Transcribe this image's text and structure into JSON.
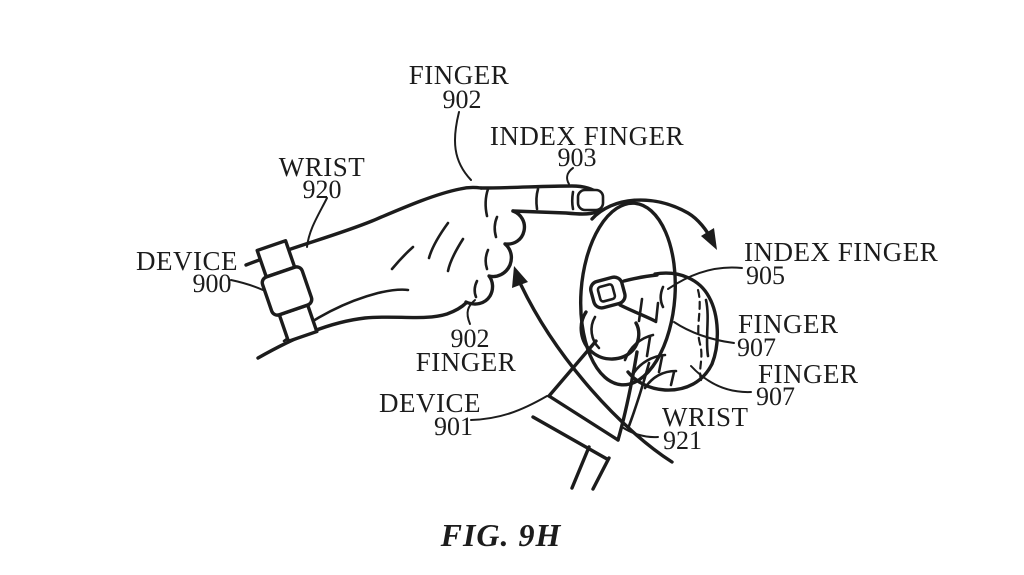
{
  "figure": {
    "caption": "FIG. 9H",
    "colors": {
      "ink": "#1c1c1c",
      "background": "#ffffff"
    },
    "labels": {
      "finger_top": {
        "text": "FINGER",
        "ref": "902"
      },
      "index_finger_left": {
        "text": "INDEX FINGER",
        "ref": "903"
      },
      "wrist_left": {
        "text": "WRIST",
        "ref": "920"
      },
      "device_left": {
        "text": "DEVICE",
        "ref": "900"
      },
      "finger_bottom": {
        "text": "FINGER",
        "ref": "902"
      },
      "index_finger_right": {
        "text": "INDEX FINGER",
        "ref": "905"
      },
      "finger_right_upper": {
        "text": "FINGER",
        "ref": "907"
      },
      "finger_right_lower": {
        "text": "FINGER",
        "ref": "907"
      },
      "device_right": {
        "text": "DEVICE",
        "ref": "901"
      },
      "wrist_right": {
        "text": "WRIST",
        "ref": "921"
      }
    }
  }
}
